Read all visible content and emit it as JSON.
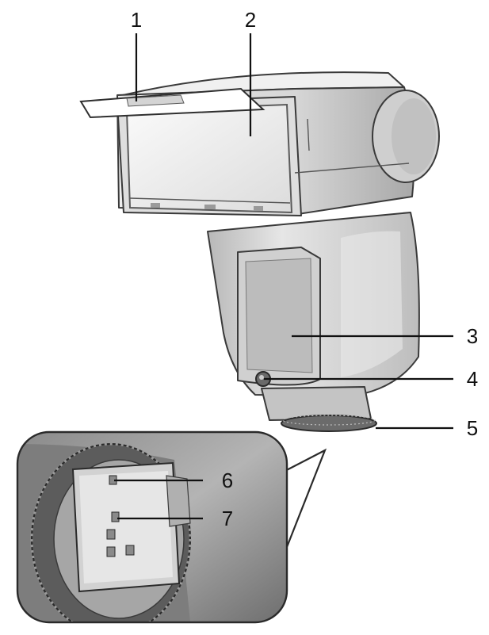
{
  "callouts": [
    {
      "id": "1",
      "label": "1"
    },
    {
      "id": "2",
      "label": "2"
    },
    {
      "id": "3",
      "label": "3"
    },
    {
      "id": "4",
      "label": "4"
    },
    {
      "id": "5",
      "label": "5"
    },
    {
      "id": "6",
      "label": "6"
    },
    {
      "id": "7",
      "label": "7"
    }
  ],
  "colors": {
    "body_light": "#e4e4e4",
    "body_mid": "#c8c8c8",
    "body_dark": "#9a9a9a",
    "panel": "#f4f4f4",
    "line": "#111111"
  }
}
